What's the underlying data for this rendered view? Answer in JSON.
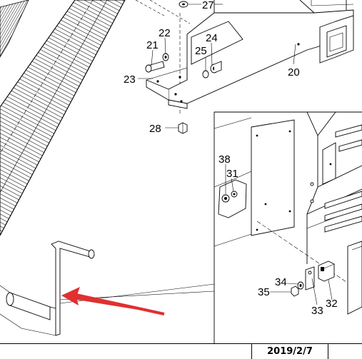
{
  "callouts": {
    "c20": "20",
    "c21": "21",
    "c22": "22",
    "c23": "23",
    "c24": "24",
    "c25": "25",
    "c27": "27",
    "c28": "28",
    "c31": "31",
    "c32": "32",
    "c33": "33",
    "c34": "34",
    "c35": "35",
    "c38": "38"
  },
  "footer": {
    "date": "2019/2/7"
  },
  "colors": {
    "line": "#000000",
    "arrow": "#e03030",
    "background": "#ffffff"
  }
}
